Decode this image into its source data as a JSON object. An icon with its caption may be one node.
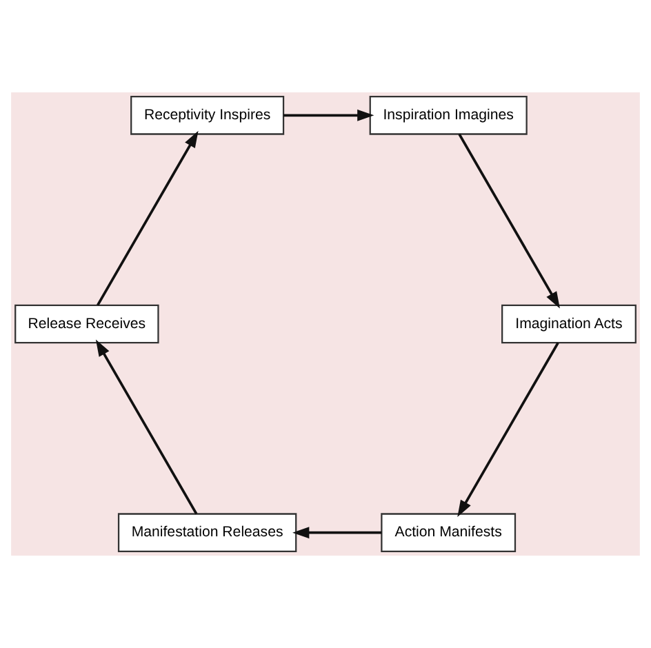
{
  "diagram": {
    "nodes": [
      {
        "text": [
          "Action Manifests"
        ]
      },
      {
        "text": [
          "Manifestation Releases"
        ]
      },
      {
        "text": [
          "Release Receives"
        ]
      },
      {
        "text": [
          "Receptivity Inspires"
        ]
      },
      {
        "text": [
          "Inspiration Imagines"
        ]
      },
      {
        "text": [
          "Imagination Acts"
        ]
      }
    ],
    "edges": [
      {
        "from": 5,
        "to": 0,
        "arrow": "to"
      },
      {
        "from": 0,
        "to": 1,
        "arrow": "to"
      },
      {
        "from": 1,
        "to": 2,
        "arrow": "to"
      },
      {
        "from": 2,
        "to": 3,
        "arrow": "to"
      },
      {
        "from": 3,
        "to": 4,
        "arrow": "to"
      },
      {
        "from": 4,
        "to": 5,
        "arrow": "to"
      }
    ]
  }
}
